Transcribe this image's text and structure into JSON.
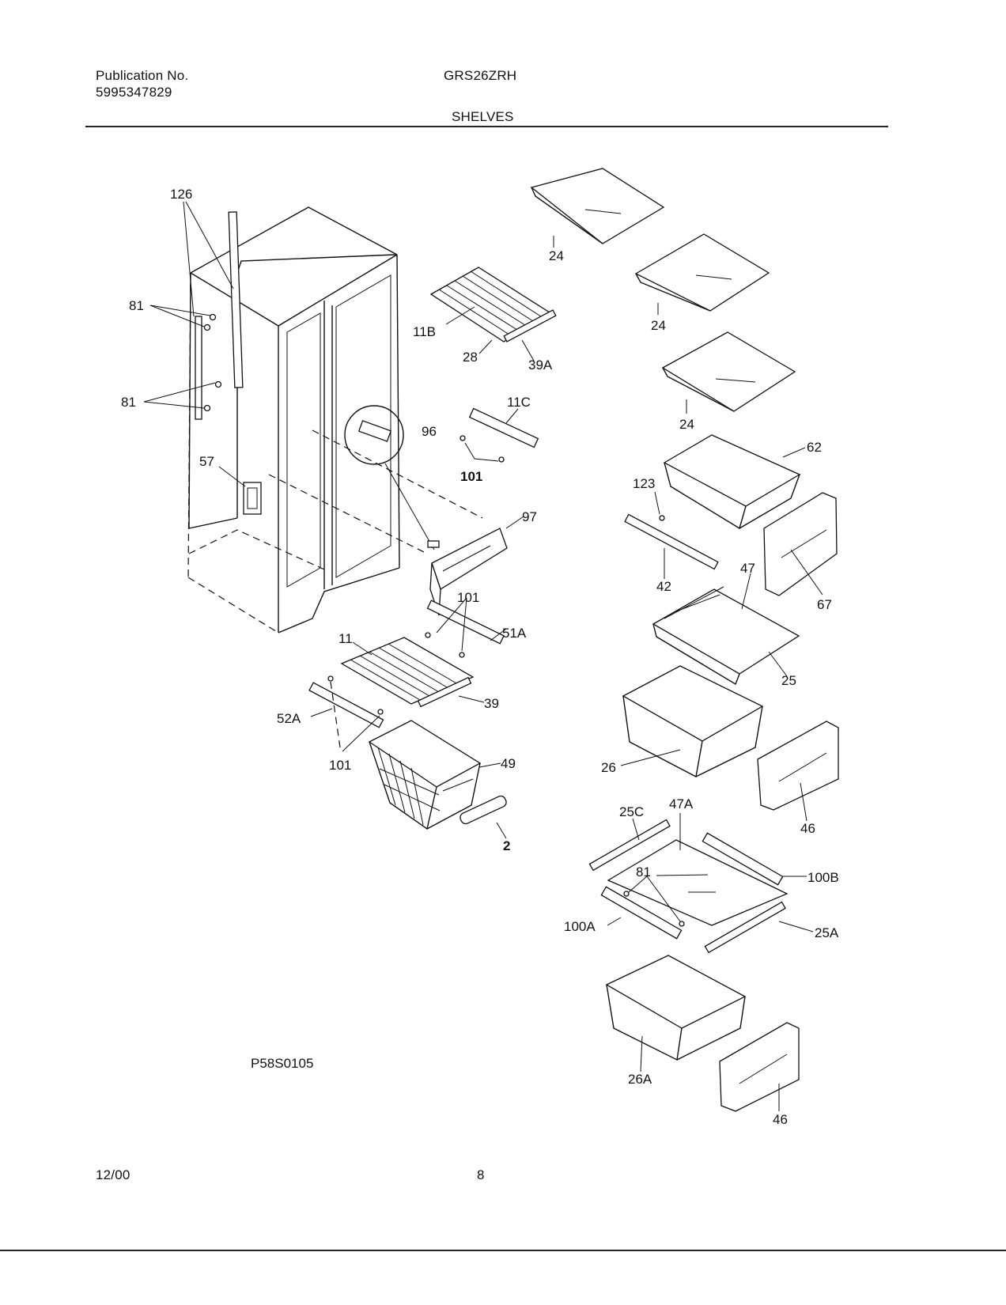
{
  "header": {
    "publication_label": "Publication No.",
    "publication_number": "5995347829",
    "model": "GRS26ZRH",
    "section": "SHELVES"
  },
  "diagram_code": "P58S0105",
  "footer": {
    "date": "12/00",
    "page": "8"
  },
  "callouts": {
    "c126": "126",
    "c81a": "81",
    "c81b": "81",
    "c57": "57",
    "c24a": "24",
    "c24b": "24",
    "c24c": "24",
    "c11b": "11B",
    "c28": "28",
    "c39a": "39A",
    "c11c": "11C",
    "c96": "96",
    "c101a": "101",
    "c97": "97",
    "c62": "62",
    "c123": "123",
    "c42": "42",
    "c47": "47",
    "c67": "67",
    "c101b": "101",
    "c51a": "51A",
    "c11": "11",
    "c25": "25",
    "c39": "39",
    "c52a": "52A",
    "c101c": "101",
    "c49": "49",
    "c26": "26",
    "c46a": "46",
    "c2": "2",
    "c25c": "25C",
    "c47a": "47A",
    "c81c": "81",
    "c100b": "100B",
    "c100a": "100A",
    "c25a": "25A",
    "c26a": "26A",
    "c46b": "46"
  }
}
